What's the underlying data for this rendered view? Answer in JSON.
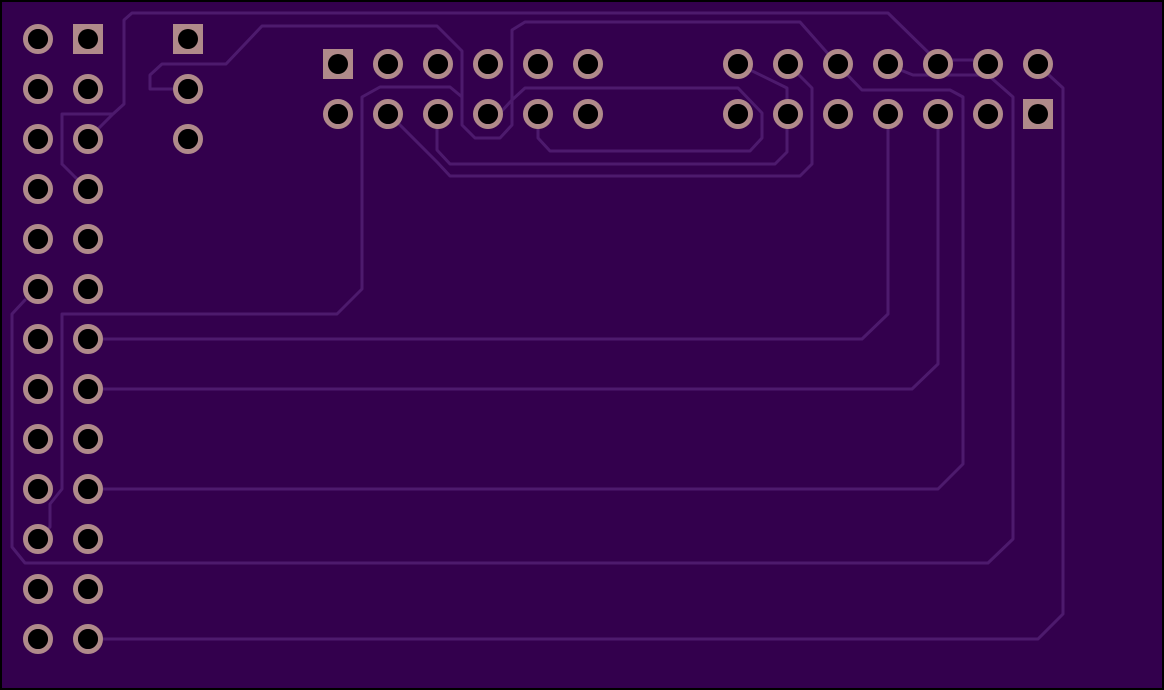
{
  "board": {
    "substrate_color": "#33004d",
    "outline_color": "#000000",
    "trace_color": "#4d1a6d",
    "pad_color": "#b08a8a",
    "drill_color": "#000000"
  },
  "components": [
    {
      "name": "left-header-col-a",
      "pins": 13,
      "square_pin": null
    },
    {
      "name": "left-header-col-b",
      "pins": 13,
      "square_pin": 1
    },
    {
      "name": "small-header",
      "pins": 3,
      "square_pin": 1
    },
    {
      "name": "middle-header",
      "rows": 2,
      "cols": 6,
      "square_pin": 1
    },
    {
      "name": "right-header",
      "rows": 2,
      "cols": 7,
      "square_pin": 14
    }
  ]
}
